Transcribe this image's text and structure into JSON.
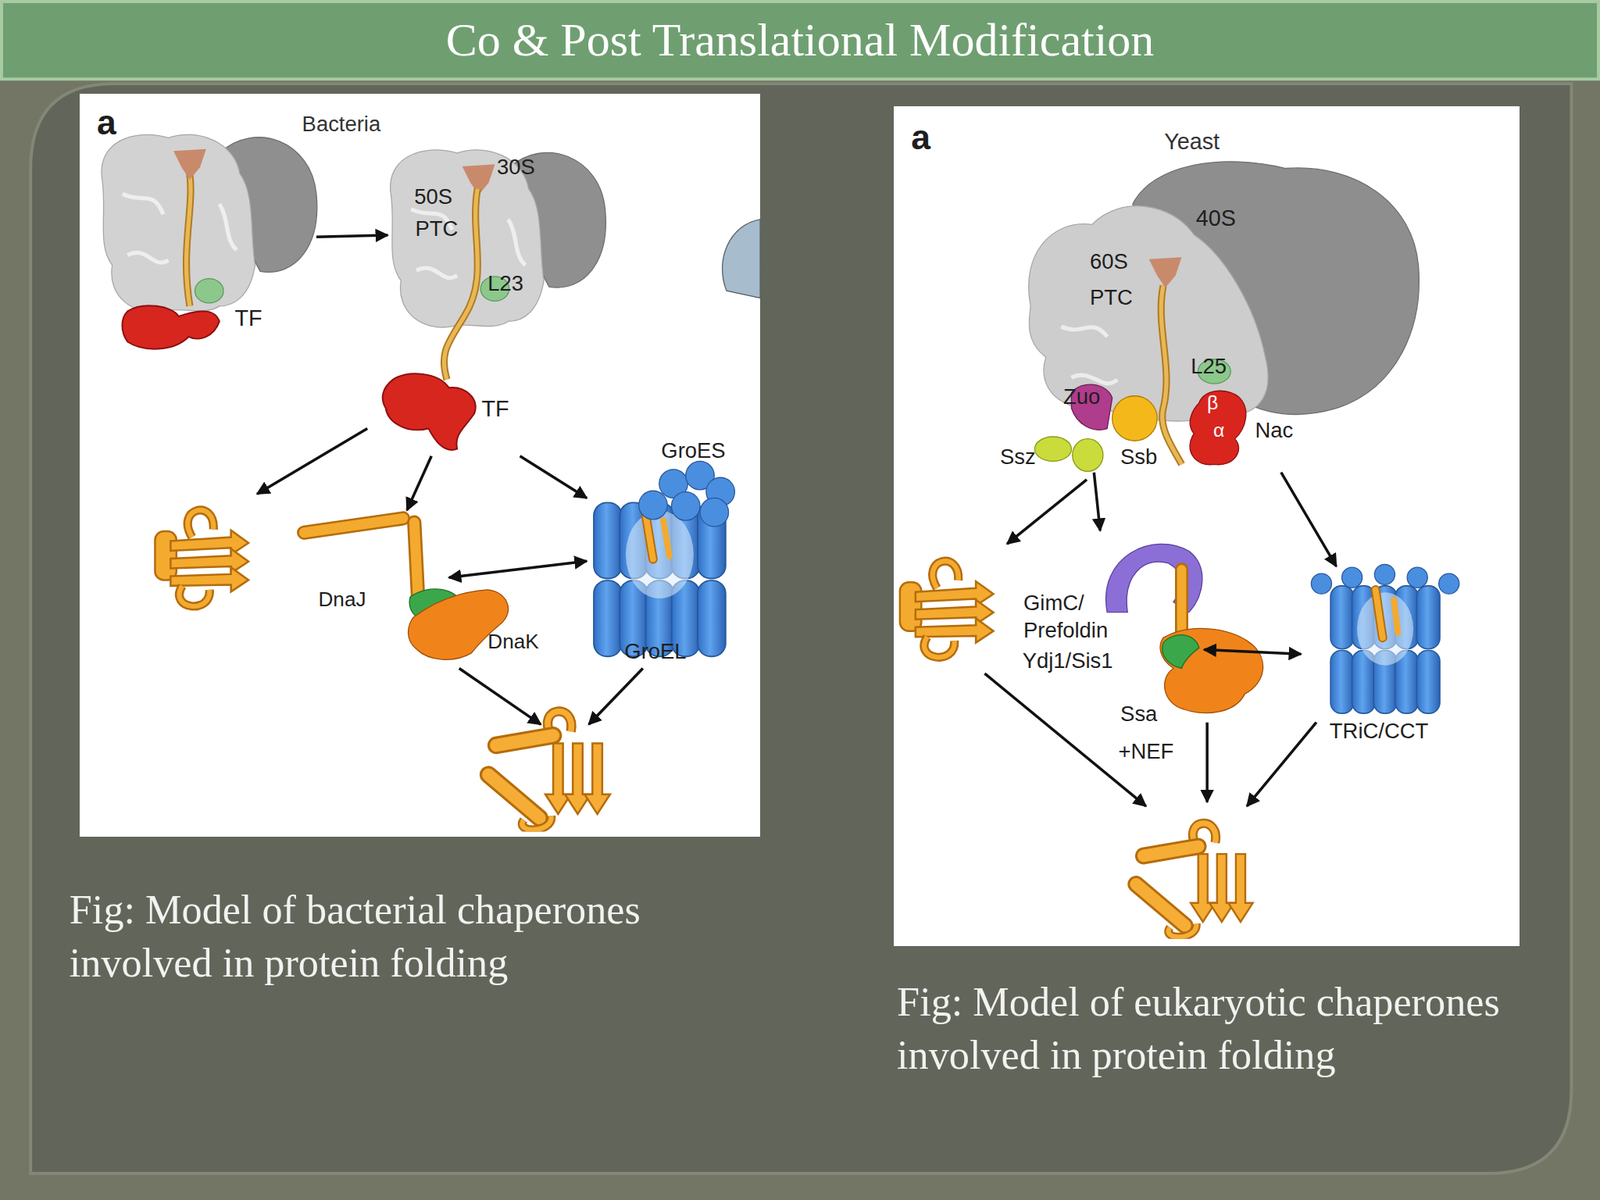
{
  "diagram": {
    "title": "Co & Post Translational Modification",
    "nodes": [
      {
        "text": [
          "a",
          "Bacteria"
        ]
      },
      {
        "text": [
          "TF"
        ],
        "in": 0
      },
      {
        "text": [
          "30S",
          "50S",
          "PTC",
          "L23"
        ],
        "in": 0
      },
      {
        "text": [
          "TF"
        ],
        "in": 0
      },
      {
        "text": [
          "DnaJ",
          "DnaK"
        ],
        "in": 0
      },
      {
        "text": [
          "GroES",
          "GroEL"
        ],
        "in": 0
      },
      {
        "text": [
          "a",
          "Yeast"
        ]
      },
      {
        "text": [
          "40S",
          "60S",
          "PTC",
          "L25"
        ],
        "in": 6
      },
      {
        "text": [
          "Zuo",
          "Ssz",
          "Ssb"
        ],
        "in": 6
      },
      {
        "text": [
          "β",
          "α",
          "Nac"
        ],
        "in": 6
      },
      {
        "text": [
          "GimC/ Prefoldin",
          "Ydj1/Sis1",
          "Ssa",
          "+NEF"
        ],
        "in": 6
      },
      {
        "text": [
          "TRiC/CCT"
        ],
        "in": 6
      }
    ],
    "edges": [
      {
        "from": 1,
        "to": 2,
        "arrow": "to"
      },
      {
        "from": 3,
        "to": 4,
        "arrow": "to"
      },
      {
        "from": 3,
        "to": 5,
        "arrow": "to"
      },
      {
        "from": 4,
        "to": 5,
        "arrow": "both"
      },
      {
        "from": 8,
        "to": 10,
        "arrow": "to"
      },
      {
        "from": 9,
        "to": 11,
        "arrow": "to"
      },
      {
        "from": 10,
        "to": 11,
        "arrow": "both"
      }
    ],
    "labels": [
      "Fig: Model of bacterial chaperones involved in protein folding",
      "Fig: Model of eukaryotic chaperones involved in protein folding"
    ]
  }
}
